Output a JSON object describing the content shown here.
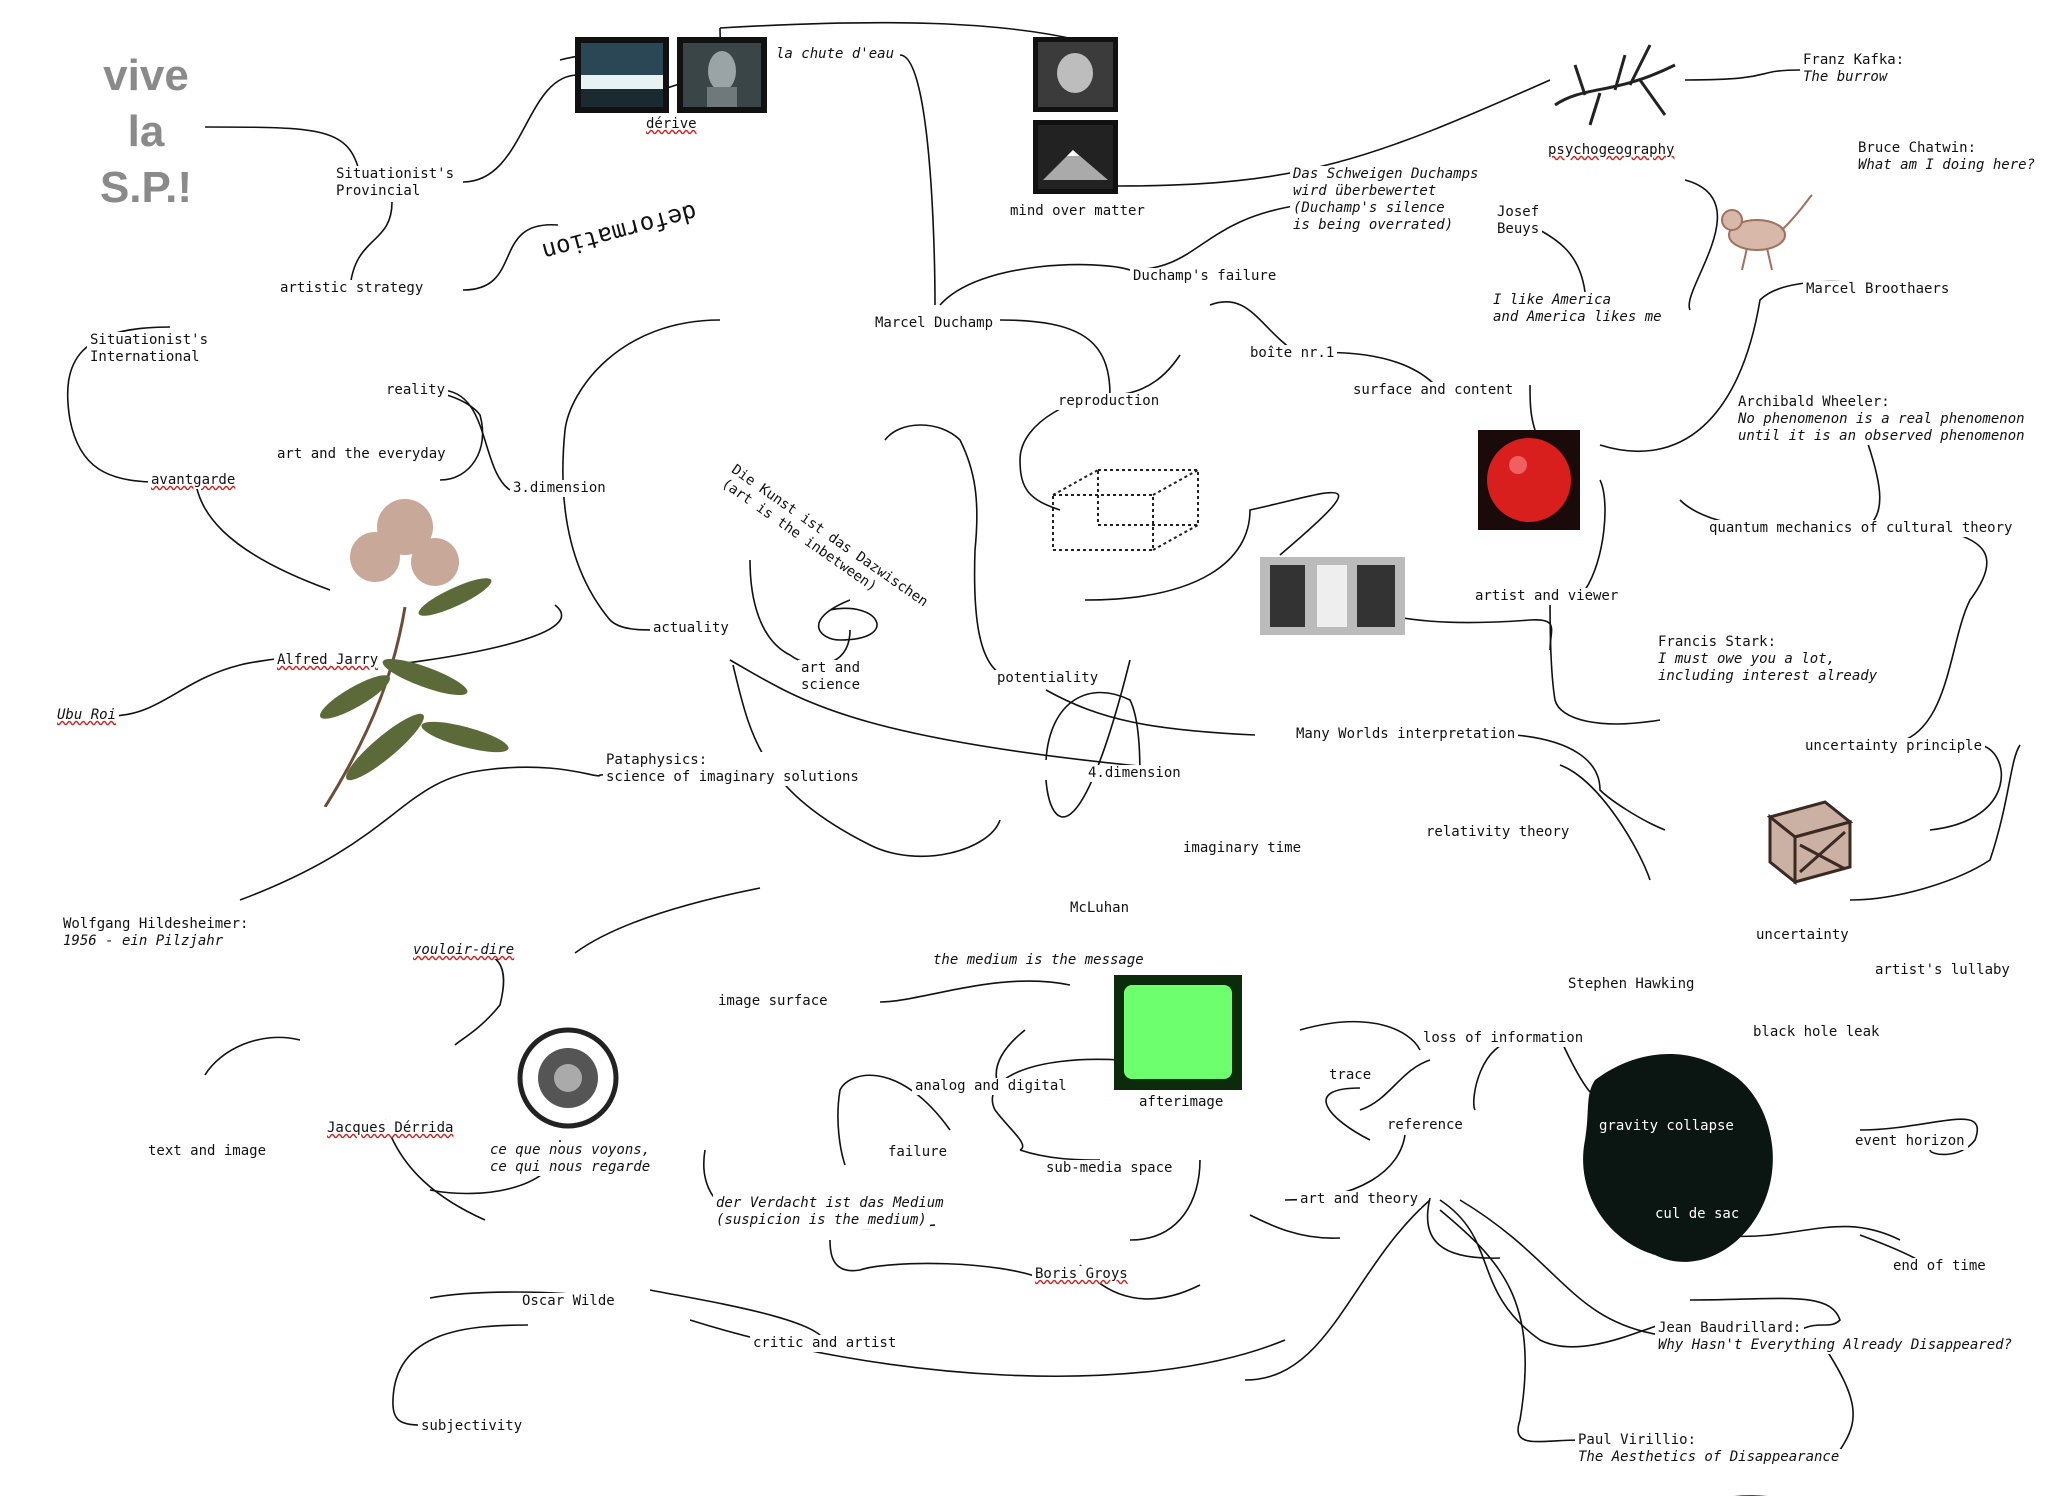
{
  "title_lines": [
    "vive",
    "la",
    "S.P.!"
  ],
  "nodes": {
    "situationists_provincial": "Situationist's\nProvincial",
    "derive": "dérive",
    "la_chute": "la chute d'eau",
    "mind_over_matter": "mind over matter",
    "psychogeography": "psychogeography",
    "kafka": "Franz Kafka:",
    "kafka_work": "The burrow",
    "chatwin": "Bruce Chatwin:",
    "chatwin_work": "What am I doing here?",
    "schweigen_de": "Das Schweigen Duchamps\nwird überbewertet",
    "schweigen_en": "(Duchamp's silence\nis being overrated)",
    "beuys": "Josef\nBeuys",
    "america": "I like America\nand America likes me",
    "artistic_strategy": "artistic strategy",
    "deformation": "deformation",
    "duchamps_failure": "Duchamp's failure",
    "broodthaers": "Marcel Broothaers",
    "marcel_duchamp": "Marcel Duchamp",
    "situationists_international": "Situationist's\nInternational",
    "boite": "boîte nr.1",
    "surface_content": "surface and content",
    "reproduction": "reproduction",
    "wheeler": "Archibald Wheeler:",
    "wheeler_quote": "No phenomenon is a real phenomenon\nuntil it is an observed phenomenon",
    "reality": "reality",
    "art_everyday": "art and the everyday",
    "avantgarde": "avantgarde",
    "third_dimension": "3.dimension",
    "die_kunst": "Die Kunst ist das Dazwischen\n(art is the inbetween)",
    "quantum": "quantum mechanics of cultural theory",
    "artist_viewer": "artist and viewer",
    "actuality": "actuality",
    "stark": "Francis Stark:",
    "stark_quote": "I must owe you a lot,\nincluding interest already",
    "alfred_jarry": "Alfred Jarry",
    "art_science": "art and\nscience",
    "potentiality": "potentiality",
    "ubu": "Ubu Roi",
    "many_worlds": "Many Worlds interpretation",
    "uncertainty_principle": "uncertainty principle",
    "pataphysics": "Pataphysics:\nscience of imaginary solutions",
    "fourth_dimension": "4.dimension",
    "relativity": "relativity theory",
    "imaginary_time": "imaginary time",
    "hildesheimer": "Wolfgang Hildesheimer:",
    "hildesheimer_work": "1956 - ein Pilzjahr",
    "mcluhan": "McLuhan",
    "uncertainty": "uncertainty",
    "vouloir_dire": "vouloir-dire",
    "medium_message": "the medium is the message",
    "artists_lullaby": "artist's lullaby",
    "stephen_hawking": "Stephen Hawking",
    "image_surface": "image surface",
    "black_hole_leak": "black hole leak",
    "loss_information": "loss of information",
    "trace": "trace",
    "analog_digital": "analog and digital",
    "afterimage": "afterimage",
    "jacques_derrida": "Jacques Dérrida",
    "ce_que": "ce que nous voyons,\nce qui nous regarde",
    "reference": "reference",
    "gravity_collapse": "gravity collapse",
    "event_horizon": "event horizon",
    "text_image": "text and image",
    "failure": "failure",
    "sub_media": "sub-media space",
    "verdacht": "der Verdacht ist das Medium",
    "verdacht_en": "(suspicion is the medium)",
    "art_theory": "art and theory",
    "cul_de_sac": "cul de sac",
    "boris_groys": "Boris Groys",
    "end_of_time": "end of time",
    "oscar_wilde": "Oscar Wilde",
    "baudrillard": "Jean Baudrillard:",
    "baudrillard_work": "Why Hasn't Everything Already Disappeared?",
    "critic_artist": "critic and artist",
    "subjectivity": "subjectivity",
    "virilio": "Paul Virillio:",
    "virilio_work": "The Aesthetics of Disappearance"
  },
  "colors": {
    "title": "#8a8a8a",
    "text": "#111111",
    "spellcheck_underline": "#cc2222",
    "screen_green": "#6dff6d",
    "raspberry": "#d91e1e",
    "black_hole": "#0b1512"
  }
}
